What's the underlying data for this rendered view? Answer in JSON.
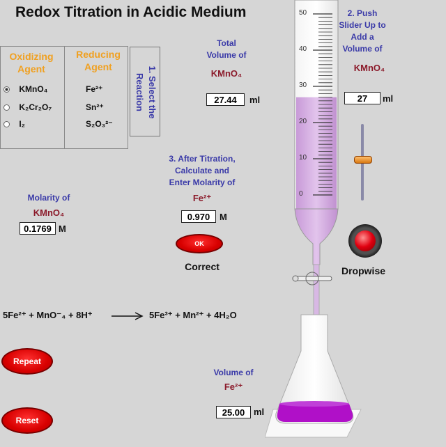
{
  "title": "Redox Titration in Acidic Medium",
  "agents": {
    "oxidizing_header": "Oxidizing Agent",
    "reducing_header": "Reducing Agent",
    "select_label": "1. Select the Reaction",
    "oxidizing": [
      "KMnO₄",
      "K₂Cr₂O₇",
      "I₂"
    ],
    "oxidizing_selected": 0,
    "reducing": [
      "Fe²⁺",
      "Sn²⁺",
      "S₂O₃²⁻"
    ]
  },
  "total_volume": {
    "label_line1": "Total",
    "label_line2": "Volume of",
    "species": "KMnO₄",
    "value": "27.44",
    "unit": "ml"
  },
  "push_slider": {
    "label_line1": "2. Push",
    "label_line2": "Slider Up to",
    "label_line3": "Add a",
    "label_line4": "Volume of",
    "species": "KMnO₄",
    "value": "27",
    "unit": "ml",
    "level": 0.54
  },
  "molarity_kmno4": {
    "label": "Molarity of",
    "species": "KMnO₄",
    "value": "0.1769",
    "unit": "M"
  },
  "after_titration": {
    "line1": "3. After Titration,",
    "line2": "Calculate and",
    "line3": "Enter Molarity of",
    "species": "Fe²⁺",
    "value": "0.970",
    "unit": "M",
    "ok_label": "OK",
    "result": "Correct"
  },
  "dropwise_label": "Dropwise",
  "equation": {
    "left": "5Fe²⁺ + MnO⁻₄ + 8H⁺",
    "right": "5Fe³⁺ + Mn²⁺ + 4H₂O"
  },
  "buttons": {
    "repeat": "Repeat",
    "reset": "Reset"
  },
  "volume_fe": {
    "label": "Volume of",
    "species": "Fe²⁺",
    "value": "25.00",
    "unit": "ml"
  },
  "burette": {
    "tick_labels": [
      "50",
      "40",
      "30",
      "20",
      "10",
      "0"
    ],
    "fill_fraction": 0.54
  },
  "colors": {
    "kmno4": "#c8a0d8",
    "flask_liquid": "#b010c8",
    "button_red": "#e00000"
  }
}
